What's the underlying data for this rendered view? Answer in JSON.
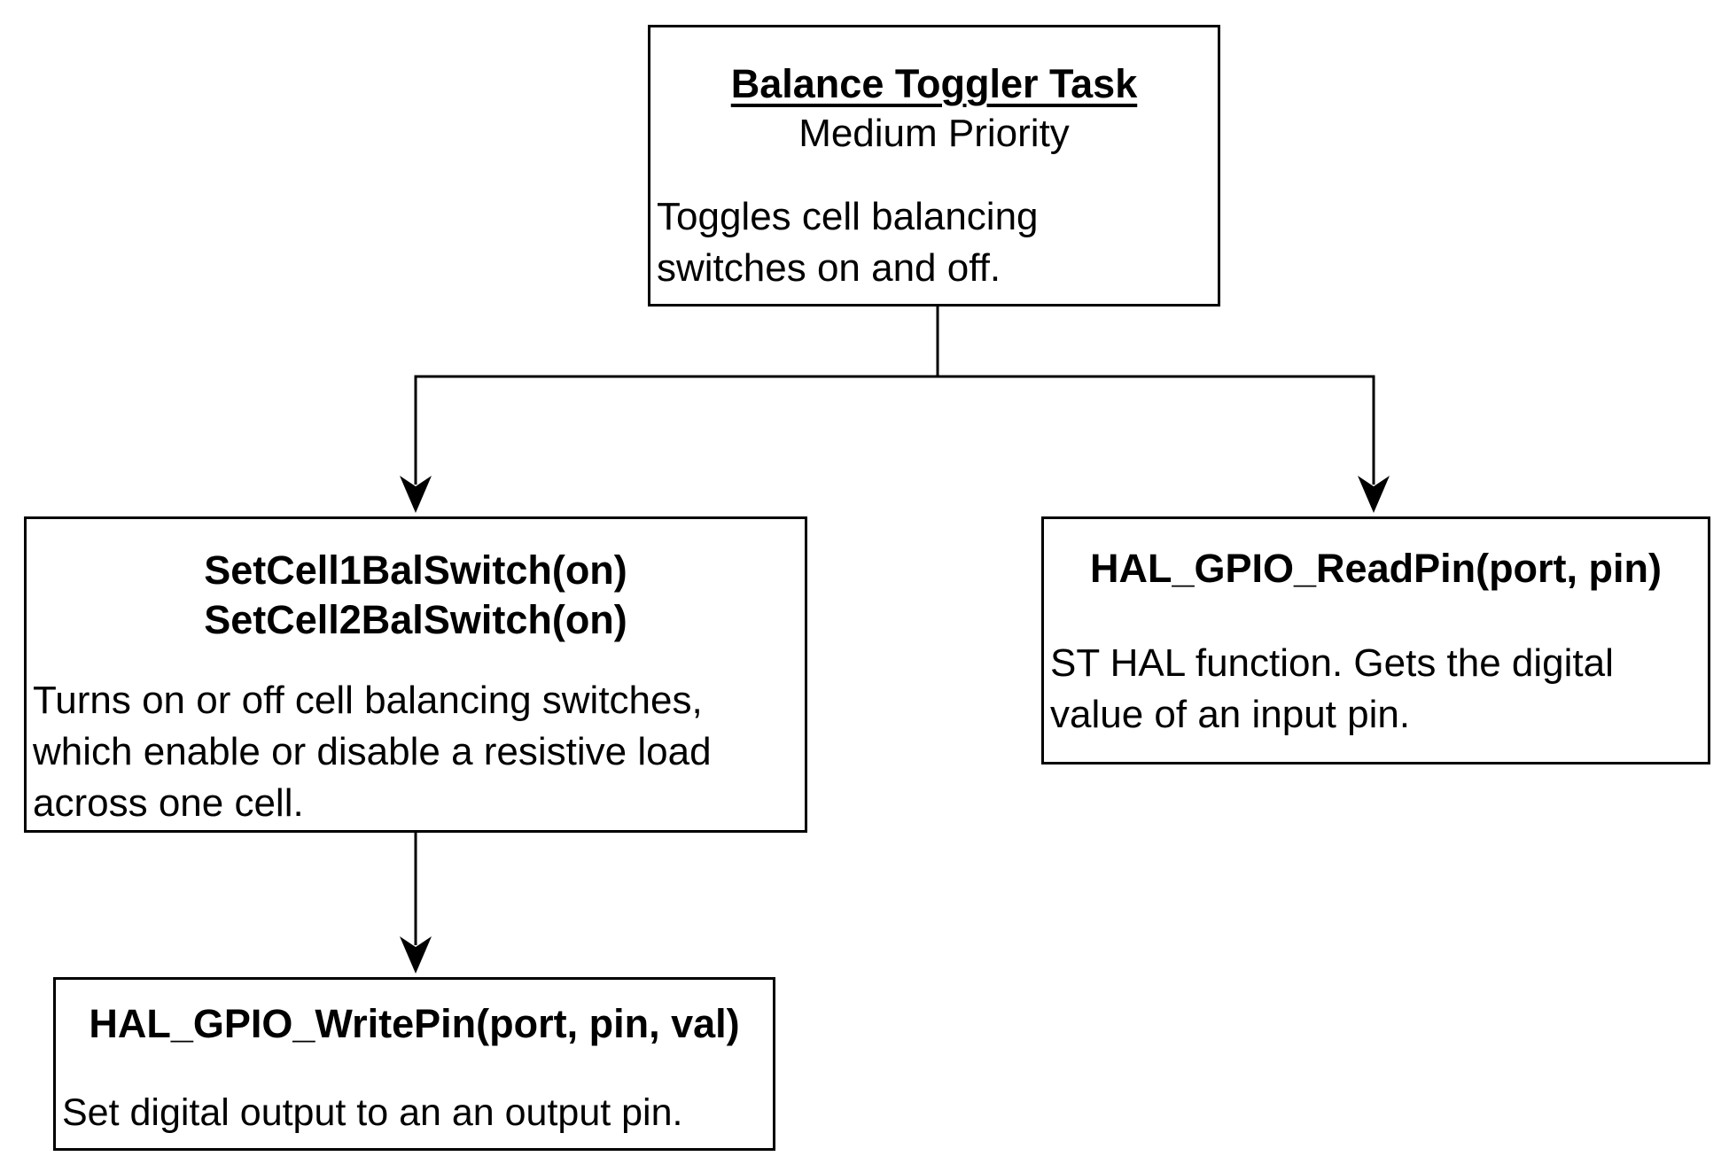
{
  "diagram": {
    "description": "Task decomposition flowchart for the Balance Toggler Task",
    "colors": {
      "background": "#ffffff",
      "box_fill": "#ffffff",
      "box_border": "#000000",
      "line": "#000000",
      "text": "#000000"
    },
    "nodes": {
      "root": {
        "title": "Balance Toggler Task",
        "subtitle": "Medium Priority",
        "desc_lines": [
          "Toggles cell balancing",
          "switches on and off."
        ]
      },
      "set_cell_bal_switch": {
        "title_lines": [
          "SetCell1BalSwitch(on)",
          "SetCell2BalSwitch(on)"
        ],
        "desc_lines": [
          "Turns on or off cell balancing switches,",
          "which enable or disable a resistive load",
          "across one cell."
        ]
      },
      "hal_gpio_readpin": {
        "title": "HAL_GPIO_ReadPin(port, pin)",
        "desc_lines": [
          "ST HAL function. Gets the digital",
          "value of an input pin."
        ]
      },
      "hal_gpio_writepin": {
        "title": "HAL_GPIO_WritePin(port, pin, val)",
        "desc_lines": [
          "Set digital output to an an output pin."
        ]
      }
    },
    "edges": [
      "root -> set_cell_bal_switch",
      "root -> hal_gpio_readpin",
      "set_cell_bal_switch -> hal_gpio_writepin"
    ]
  }
}
